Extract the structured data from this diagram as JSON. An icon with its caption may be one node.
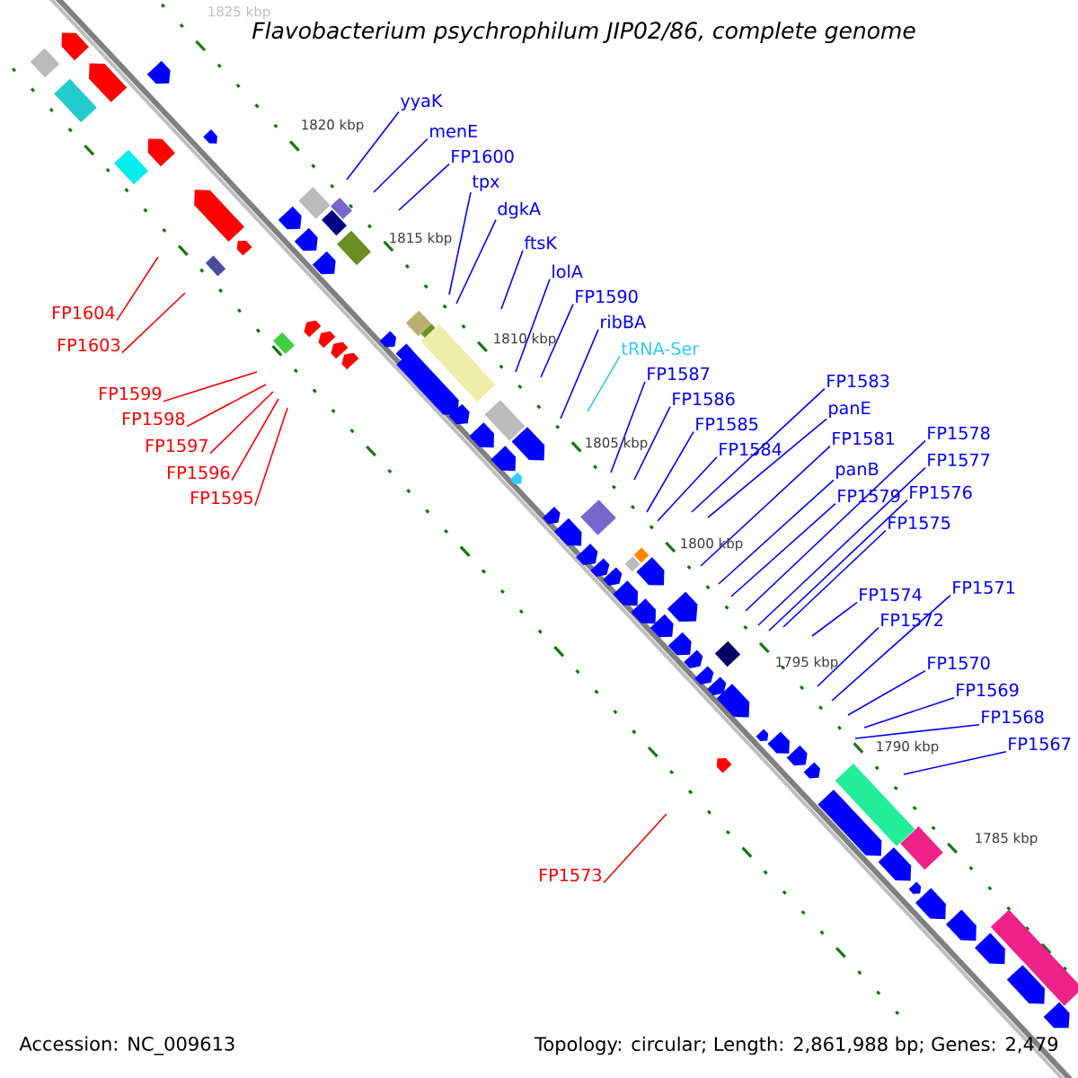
{
  "diagram": {
    "title": "Flavobacterium psychrophilum JIP02/86, complete genome",
    "nodes": [
      {
        "text": [
          "yyaK"
        ]
      },
      {
        "text": [
          "menE"
        ]
      },
      {
        "text": [
          "FP1600"
        ]
      },
      {
        "text": [
          "tpx"
        ]
      },
      {
        "text": [
          "dgkA"
        ]
      },
      {
        "text": [
          "ftsK"
        ]
      },
      {
        "text": [
          "lolA"
        ]
      },
      {
        "text": [
          "FP1590"
        ]
      },
      {
        "text": [
          "ribBA"
        ]
      },
      {
        "text": [
          "tRNA-Ser"
        ]
      },
      {
        "text": [
          "FP1587"
        ]
      },
      {
        "text": [
          "FP1586"
        ]
      },
      {
        "text": [
          "FP1585"
        ]
      },
      {
        "text": [
          "FP1584"
        ]
      },
      {
        "text": [
          "FP1583"
        ]
      },
      {
        "text": [
          "panE"
        ]
      },
      {
        "text": [
          "FP1581"
        ]
      },
      {
        "text": [
          "panB"
        ]
      },
      {
        "text": [
          "FP1579"
        ]
      },
      {
        "text": [
          "FP1578"
        ]
      },
      {
        "text": [
          "FP1577"
        ]
      },
      {
        "text": [
          "FP1576"
        ]
      },
      {
        "text": [
          "FP1575"
        ]
      },
      {
        "text": [
          "FP1574"
        ]
      },
      {
        "text": [
          "FP1572"
        ]
      },
      {
        "text": [
          "FP1571"
        ]
      },
      {
        "text": [
          "FP1570"
        ]
      },
      {
        "text": [
          "FP1569"
        ]
      },
      {
        "text": [
          "FP1568"
        ]
      },
      {
        "text": [
          "FP1567"
        ]
      },
      {
        "text": [
          "FP1604"
        ]
      },
      {
        "text": [
          "FP1603"
        ]
      },
      {
        "text": [
          "FP1599"
        ]
      },
      {
        "text": [
          "FP1598"
        ]
      },
      {
        "text": [
          "FP1597"
        ]
      },
      {
        "text": [
          "FP1596"
        ]
      },
      {
        "text": [
          "FP1595"
        ]
      },
      {
        "text": [
          "FP1573"
        ]
      }
    ],
    "edges": [
      {
        "from": 0,
        "to": null,
        "arrow": "none"
      },
      {
        "from": 1,
        "to": null,
        "arrow": "none"
      },
      {
        "from": 2,
        "to": null,
        "arrow": "none"
      },
      {
        "from": 3,
        "to": null,
        "arrow": "none"
      },
      {
        "from": 4,
        "to": null,
        "arrow": "none"
      },
      {
        "from": 5,
        "to": null,
        "arrow": "none"
      },
      {
        "from": 6,
        "to": null,
        "arrow": "none"
      },
      {
        "from": 7,
        "to": null,
        "arrow": "none"
      },
      {
        "from": 8,
        "to": null,
        "arrow": "none"
      },
      {
        "from": 9,
        "to": null,
        "arrow": "none",
        "color": "#33ccee"
      },
      {
        "from": 10,
        "to": null,
        "arrow": "none"
      },
      {
        "from": 11,
        "to": null,
        "arrow": "none"
      },
      {
        "from": 12,
        "to": null,
        "arrow": "none"
      },
      {
        "from": 13,
        "to": null,
        "arrow": "none"
      },
      {
        "from": 14,
        "to": null,
        "arrow": "none"
      },
      {
        "from": 15,
        "to": null,
        "arrow": "none"
      },
      {
        "from": 16,
        "to": null,
        "arrow": "none"
      },
      {
        "from": 17,
        "to": null,
        "arrow": "none"
      },
      {
        "from": 18,
        "to": null,
        "arrow": "none"
      },
      {
        "from": 19,
        "to": null,
        "arrow": "none"
      },
      {
        "from": 20,
        "to": null,
        "arrow": "none"
      },
      {
        "from": 21,
        "to": null,
        "arrow": "none"
      },
      {
        "from": 22,
        "to": null,
        "arrow": "none"
      },
      {
        "from": 23,
        "to": null,
        "arrow": "none"
      },
      {
        "from": 24,
        "to": null,
        "arrow": "none"
      },
      {
        "from": 25,
        "to": null,
        "arrow": "none"
      },
      {
        "from": 26,
        "to": null,
        "arrow": "none"
      },
      {
        "from": 27,
        "to": null,
        "arrow": "none"
      },
      {
        "from": 28,
        "to": null,
        "arrow": "none"
      },
      {
        "from": 29,
        "to": null,
        "arrow": "none"
      },
      {
        "from": 30,
        "to": null,
        "arrow": "none",
        "color": "#ff0000"
      },
      {
        "from": 31,
        "to": null,
        "arrow": "none",
        "color": "#ff0000"
      },
      {
        "from": 32,
        "to": null,
        "arrow": "none",
        "color": "#ff0000"
      },
      {
        "from": 33,
        "to": null,
        "arrow": "none",
        "color": "#ff0000"
      },
      {
        "from": 34,
        "to": null,
        "arrow": "none",
        "color": "#ff0000"
      },
      {
        "from": 35,
        "to": null,
        "arrow": "none",
        "color": "#ff0000"
      },
      {
        "from": 36,
        "to": null,
        "arrow": "none",
        "color": "#ff0000"
      },
      {
        "from": 37,
        "to": null,
        "arrow": "none",
        "color": "#ff0000"
      }
    ],
    "labels": [
      "1825 kbp",
      "1820 kbp",
      "1815 kbp",
      "1810 kbp",
      "1805 kbp",
      "1800 kbp",
      "1795 kbp",
      "1790 kbp",
      "1785 kbp",
      "Accession: NC_009613",
      "Topology: circular; Length: 2,861,988 bp; Genes: 2,479"
    ]
  }
}
